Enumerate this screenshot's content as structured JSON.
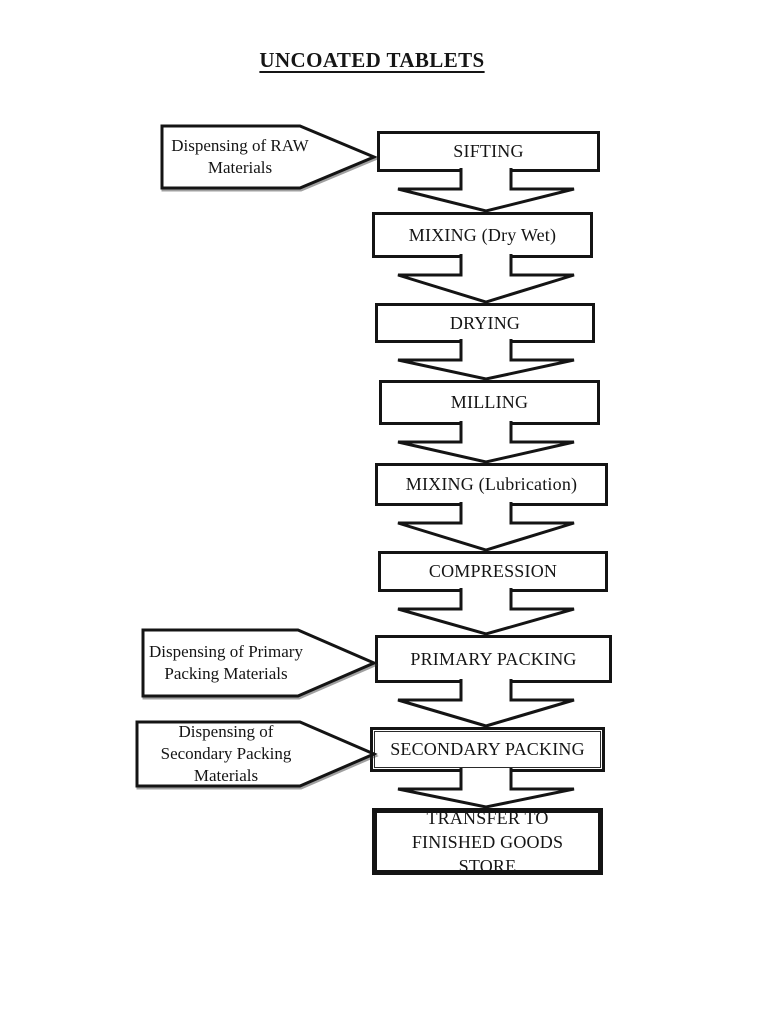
{
  "title": "UNCOATED TABLETS",
  "flow": {
    "steps": [
      {
        "label": "SIFTING"
      },
      {
        "label": "MIXING (Dry Wet)"
      },
      {
        "label": "DRYING"
      },
      {
        "label": "MILLING"
      },
      {
        "label": "MIXING (Lubrication)"
      },
      {
        "label": "COMPRESSION"
      },
      {
        "label": "PRIMARY PACKING"
      },
      {
        "label": "SECONDARY PACKING"
      },
      {
        "label": "TRANSFER TO FINISHED GOODS STORE"
      }
    ],
    "inputs": [
      {
        "label": "Dispensing of RAW Materials",
        "feeds_into": "SIFTING"
      },
      {
        "label": "Dispensing of Primary Packing Materials",
        "feeds_into": "PRIMARY PACKING"
      },
      {
        "label": "Dispensing of Secondary Packing Materials",
        "feeds_into": "SECONDARY PACKING"
      }
    ]
  },
  "colors": {
    "line": "#141414",
    "shape_fill": "#ffffff",
    "background": "#ffffff"
  }
}
